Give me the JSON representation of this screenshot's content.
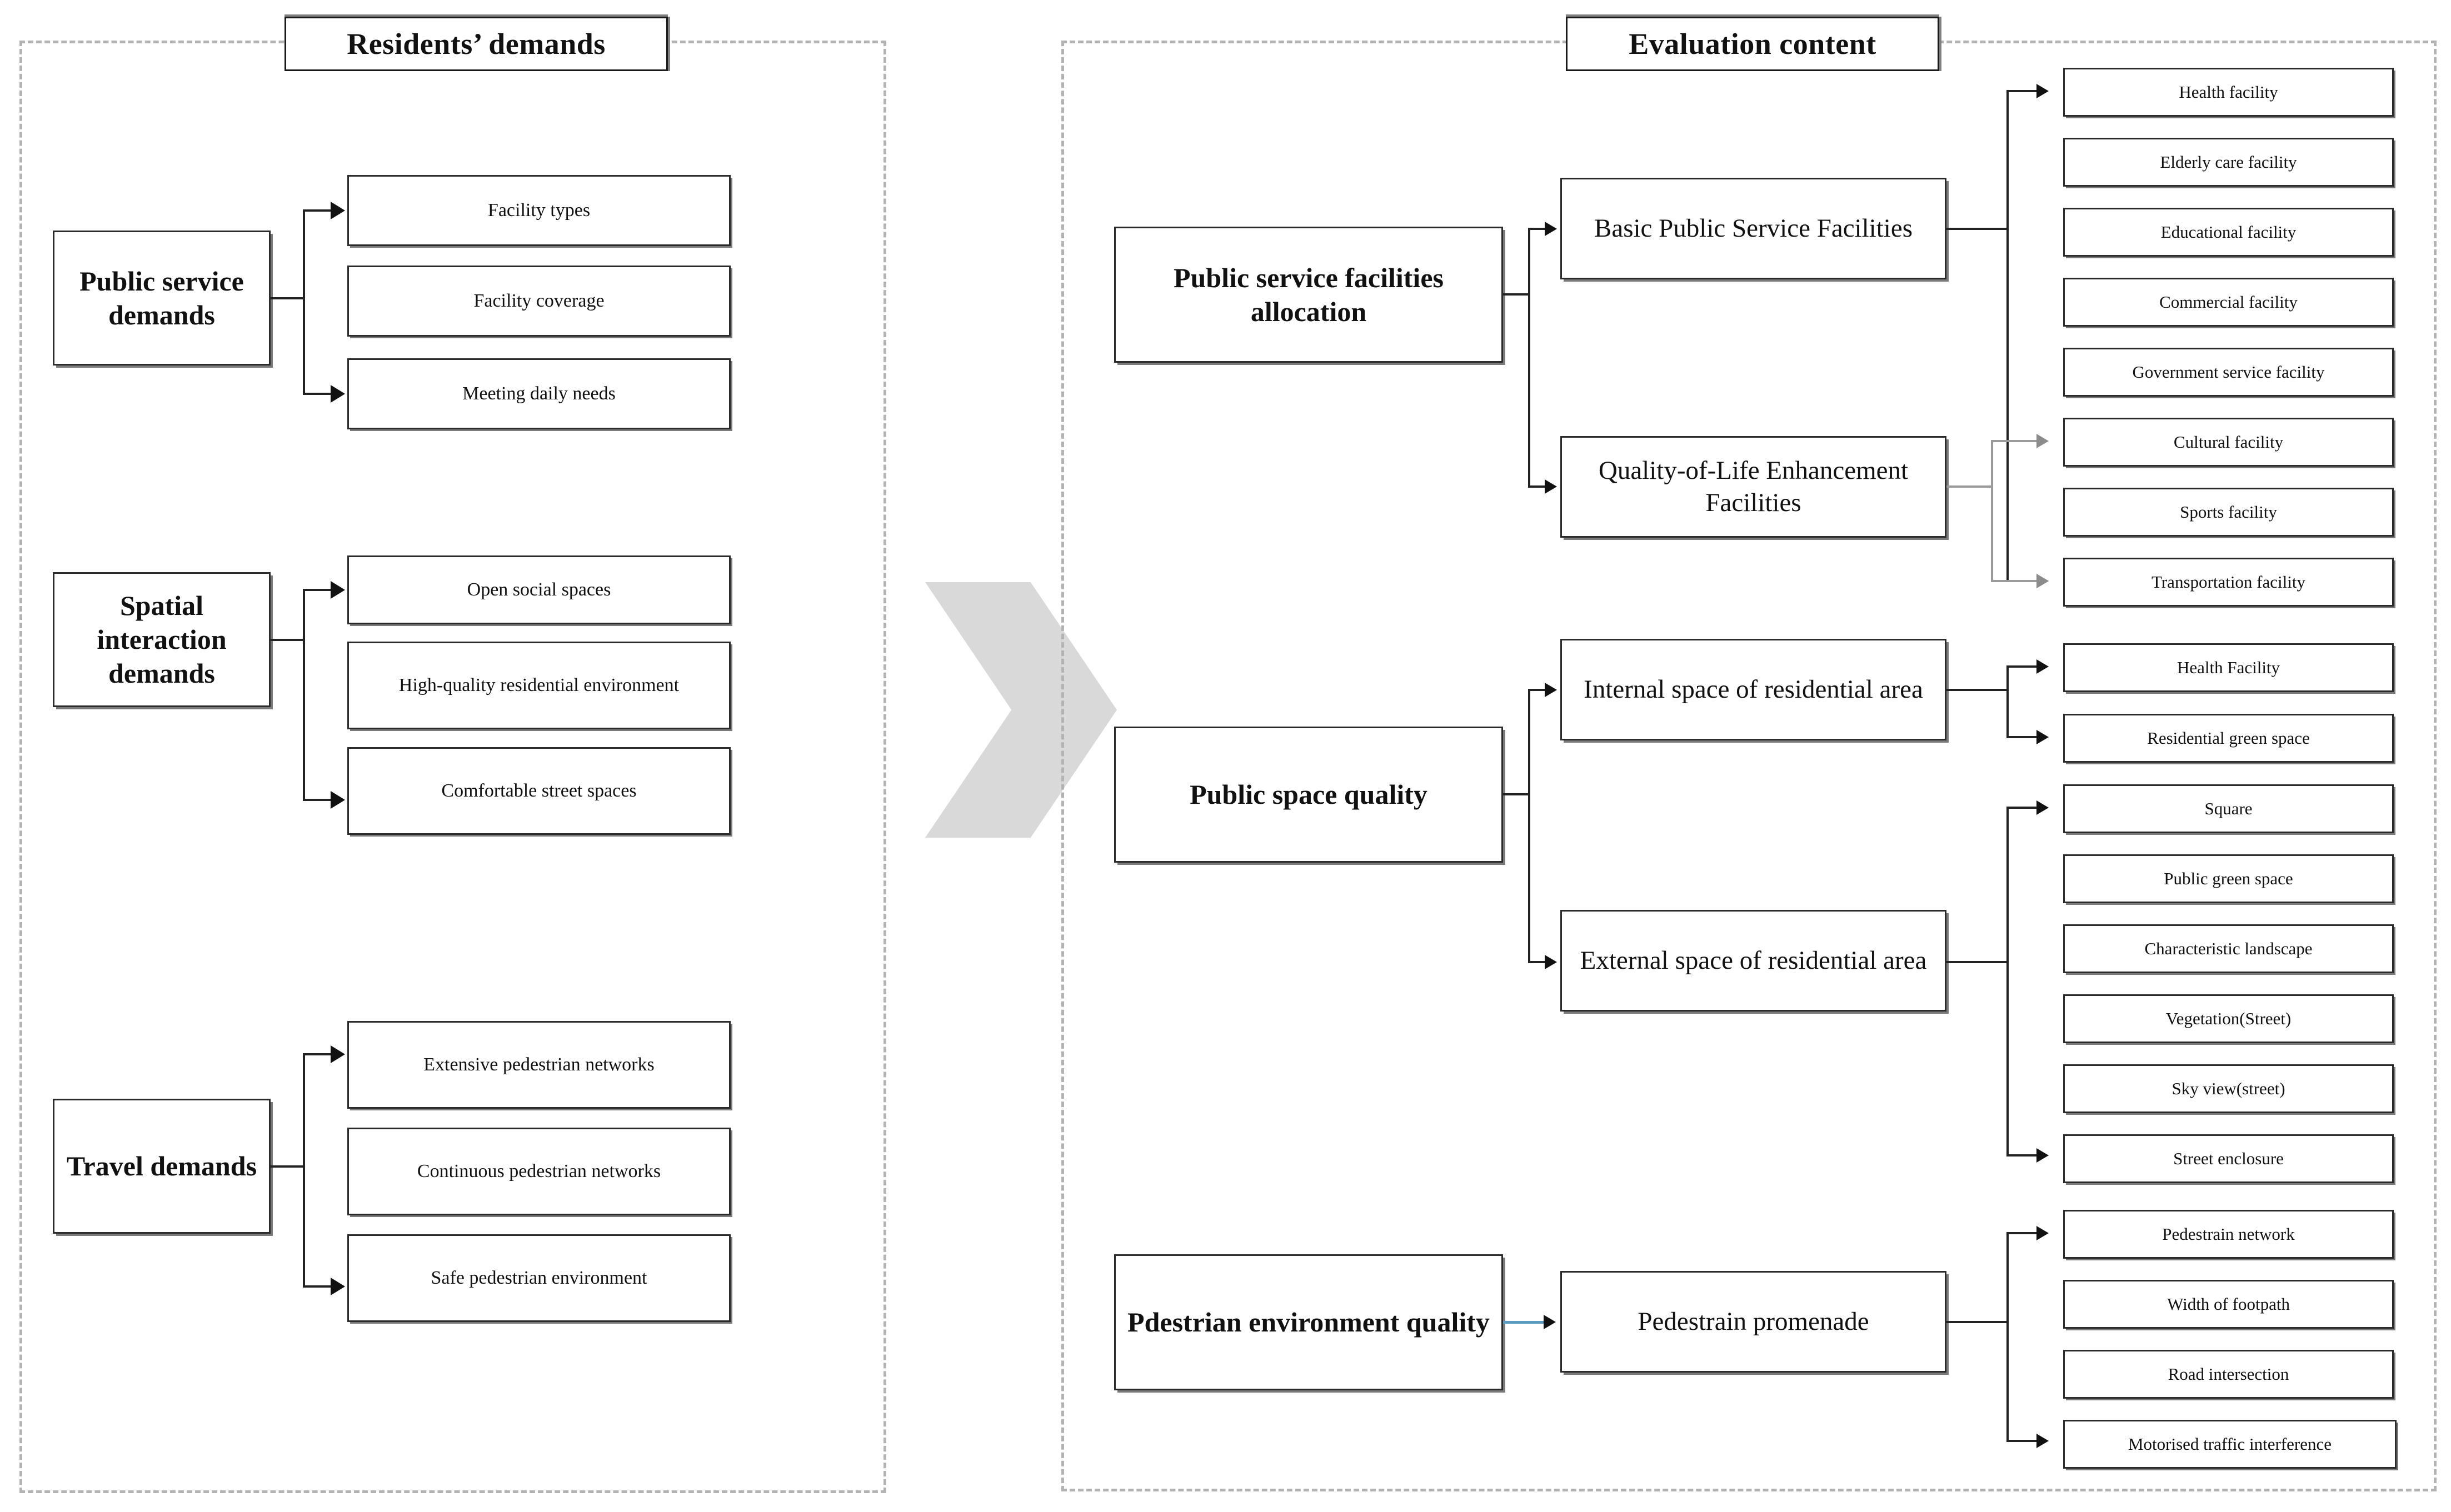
{
  "panels": {
    "left_title": "Residents’  demands",
    "right_title": "Evaluation content"
  },
  "left": {
    "groups": [
      {
        "parent": "Public service demands",
        "children": [
          "Facility types",
          "Facility coverage",
          "Meeting daily needs"
        ]
      },
      {
        "parent": "Spatial interaction demands",
        "children": [
          "Open social spaces",
          "High-quality residential environment",
          "Comfortable street spaces"
        ]
      },
      {
        "parent": "Travel demands",
        "children": [
          "Extensive pedestrian networks",
          "Continuous pedestrian networks",
          "Safe pedestrian environment"
        ]
      }
    ]
  },
  "right": {
    "groups": [
      {
        "parent": "Public service facilities allocation",
        "mids": [
          {
            "label": "Basic Public Service Facilities",
            "leaves": [
              "Health facility",
              "Elderly care facility",
              "Educational facility",
              "Commercial facility",
              "Government service facility"
            ]
          },
          {
            "label": "Quality-of-Life Enhancement Facilities",
            "leaves": [
              "Cultural facility",
              "Sports facility",
              "Transportation facility"
            ]
          }
        ]
      },
      {
        "parent": "Public space quality",
        "mids": [
          {
            "label": "Internal space of residential area",
            "leaves": [
              "Health Facility",
              "Residential green space"
            ]
          },
          {
            "label": "External space of residential area",
            "leaves": [
              "Square",
              "Public green space",
              "Characteristic landscape",
              "Vegetation(Street)",
              "Sky view(street)",
              "Street enclosure"
            ]
          }
        ]
      },
      {
        "parent": "Pdestrian environment quality",
        "mids": [
          {
            "label": "Pedestrain promenade",
            "leaves": [
              "Pedestrain network",
              "Width of footpath",
              "Road intersection",
              "Motorised traffic interference"
            ]
          }
        ]
      }
    ]
  },
  "flow": {
    "arrow_label": "demands-to-evaluation-chevron"
  },
  "colors": {
    "panel_border": "#b3b3b3",
    "box_border": "#2b2b2b",
    "box_shadow": "#7a7a7a",
    "connector": "#222222",
    "connector_secondary": "#9a9a9a",
    "connector_accent": "#5b9bbf",
    "chevron": "#d9d9d9"
  }
}
